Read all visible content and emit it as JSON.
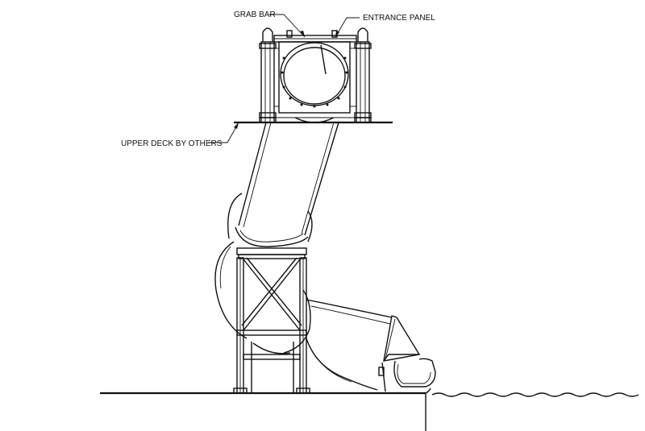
{
  "labels": {
    "grab_bar": "GRAB BAR",
    "entrance_panel": "ENTRANCE PANEL",
    "upper_deck": "UPPER DECK BY OTHERS"
  },
  "colors": {
    "line": "#111111",
    "background": "#ffffff"
  }
}
